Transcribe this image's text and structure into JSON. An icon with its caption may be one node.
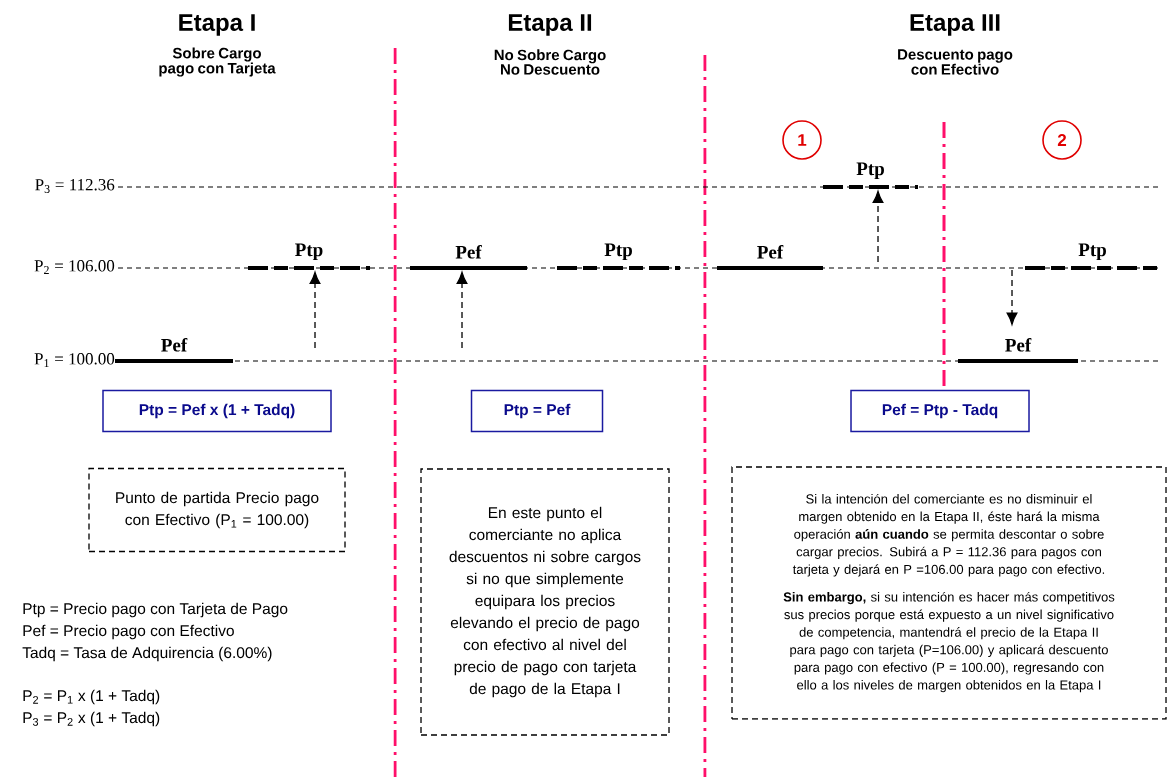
{
  "diagram": {
    "nodes": [
      {
        "text": [
          "1"
        ]
      },
      {
        "text": [
          "2"
        ]
      },
      {
        "text": [
          "Ptp"
        ]
      },
      {
        "text": [
          "Ptp"
        ]
      },
      {
        "text": [
          "Pef"
        ]
      },
      {
        "text": [
          "Ptp"
        ]
      },
      {
        "text": [
          "Pef"
        ]
      },
      {
        "text": [
          "Ptp"
        ]
      },
      {
        "text": [
          "Pef"
        ]
      },
      {
        "text": [
          "Pef"
        ]
      },
      {
        "text": [
          "Ptp = Pef x (1 + Tadq)"
        ]
      },
      {
        "text": [
          "Ptp = Pef"
        ]
      },
      {
        "text": [
          "Pef = Ptp - Tadq"
        ]
      },
      {
        "text": [
          "Punto de partida Precio pago con Efectivo (P$_{1}$ = 100.00)"
        ]
      },
      {
        "text": [
          "En este punto el comerciante no aplica descuentos ni sobre cargos si no que simplemente equipara los precios elevando el precio de pago con efectivo al nivel del precio de pago con tarjeta de pago de la Etapa I"
        ]
      },
      {
        "text": [
          "Si la intención del comerciante es no disminuir el margen obtenido en la Etapa II, éste hará la misma operación **aún cuando** se permita descontar o sobre cargar precios. Subirá a P = 112.36 para pagos con tarjeta y dejará en P =106.00 para pago con efectivo.",
          "**Sin embargo,** si su intención es hacer más competitivos sus precios porque está expuesto a un nivel significativo de competencia, mantendrá el precio de la Etapa II para pago con tarjeta (P=106.00) y aplicará descuento para pago con efectivo (P = 100.00), regresando con ello a los niveles de margen obtenidos en la Etapa I"
        ]
      }
    ],
    "edges": [
      {
        "from": null,
        "to": 3,
        "arrow": "to",
        "style": "dashed"
      },
      {
        "from": null,
        "to": 4,
        "arrow": "to",
        "style": "dashed"
      },
      {
        "from": null,
        "to": 2,
        "arrow": "to",
        "style": "dashed"
      },
      {
        "from": 7,
        "to": 9,
        "arrow": "to",
        "style": "dashed"
      }
    ],
    "labels": [
      "Etapa I",
      "Sobre Cargo pago con Tarjeta",
      "Etapa II",
      "No Sobre Cargo No Descuento",
      "Etapa III",
      "Descuento pago con Efectivo",
      "P$_{3}$ = 112.36",
      "P$_{2}$ = 106.00",
      "P$_{1}$ = 100.00",
      "Ptp = Precio pago con Tarjeta de Pago",
      "Pef = Precio pago con Efectivo",
      "Tadq  = Tasa de Adquirencia (6.00%)",
      "P$_{2}$ = P$_{1}$ x (1 + Tadq)",
      "P$_{3}$ = P$_{2}$ x (1 + Tadq)"
    ]
  }
}
